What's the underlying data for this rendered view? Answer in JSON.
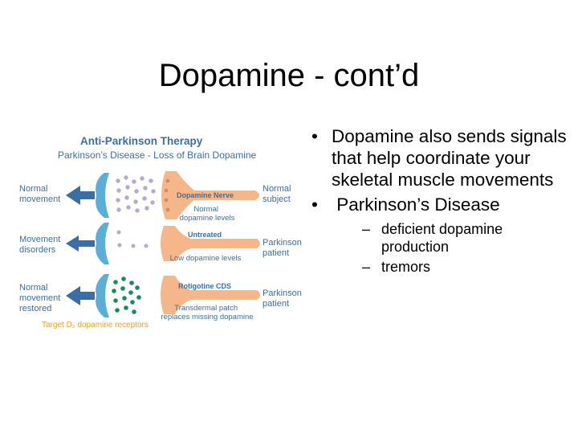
{
  "slide": {
    "title": "Dopamine - cont’d"
  },
  "figure": {
    "title": "Anti-Parkinson Therapy",
    "subtitle": "Parkinson’s Disease - Loss of Brain Dopamine",
    "rows": [
      {
        "left": [
          "Normal",
          "movement"
        ],
        "nerve": "Dopamine Nerve",
        "under": [
          "Normal",
          "dopamine levels"
        ],
        "right": [
          "Normal",
          "subject"
        ]
      },
      {
        "left": [
          "Movement",
          "disorders"
        ],
        "above": "Untreated",
        "under": [
          "Low dopamine levels"
        ],
        "right": [
          "Parkinson",
          "patient"
        ]
      },
      {
        "left": [
          "Normal",
          "movement",
          "restored"
        ],
        "above": "Rotigotine CDS",
        "under": [
          "Transdermal patch",
          "replaces missing dopamine"
        ],
        "right": [
          "Parkinson",
          "patient"
        ]
      }
    ],
    "footer": "Target D₂ dopamine receptors",
    "colors": {
      "blue": "#3a6ea5",
      "receptor": "#5aaed8",
      "nerve": "#f5b78a",
      "dots_normal": "#b6a8cf",
      "dots_drug": "#1a8a5a",
      "accent": "#f39c1f"
    }
  },
  "bullets": [
    {
      "marker": "•",
      "text": "Dopamine also sends signals that help coordinate your skeletal muscle movements"
    },
    {
      "marker": "•",
      "text": " Parkinson’s Disease",
      "subs": [
        {
          "marker": "–",
          "text": "deficient dopamine production"
        },
        {
          "marker": "–",
          "text": "tremors"
        }
      ]
    }
  ]
}
